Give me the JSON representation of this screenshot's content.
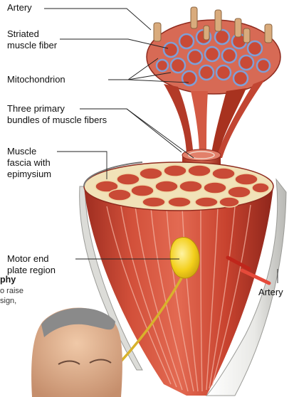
{
  "labels": {
    "artery_top": "Artery",
    "striated_fiber": "Striated\nmuscle fiber",
    "mitochondrion": "Mitochondrion",
    "bundles": "Three primary\nbundles of muscle fibers",
    "fascia": "Muscle\nfascia with\nepimysium",
    "motor_end_plate": "Motor end\nplate region",
    "artery_right": "Artery"
  },
  "caption_fragment": {
    "title": "phy",
    "line1": "o raise",
    "line2": "sign,"
  },
  "colors": {
    "muscle": "#c9402f",
    "muscle_dark": "#8e2a1e",
    "muscle_light": "#e77a64",
    "fascia": "#e8e8e4",
    "mitochondria": "#7f9fd6",
    "artery": "#c99a6a",
    "motor_plate": "#f3cf1b",
    "nerve": "#d8b22c"
  }
}
